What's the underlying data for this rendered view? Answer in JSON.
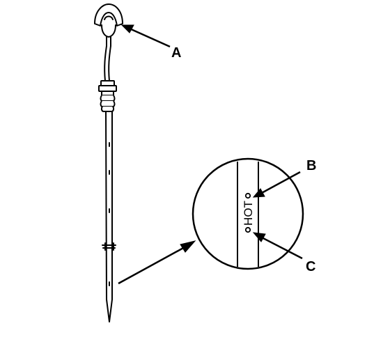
{
  "callouts": {
    "a": "A",
    "b": "B",
    "c": "C"
  },
  "dipstick_marking": "HOT",
  "colors": {
    "line": "#000000",
    "background": "#ffffff"
  }
}
